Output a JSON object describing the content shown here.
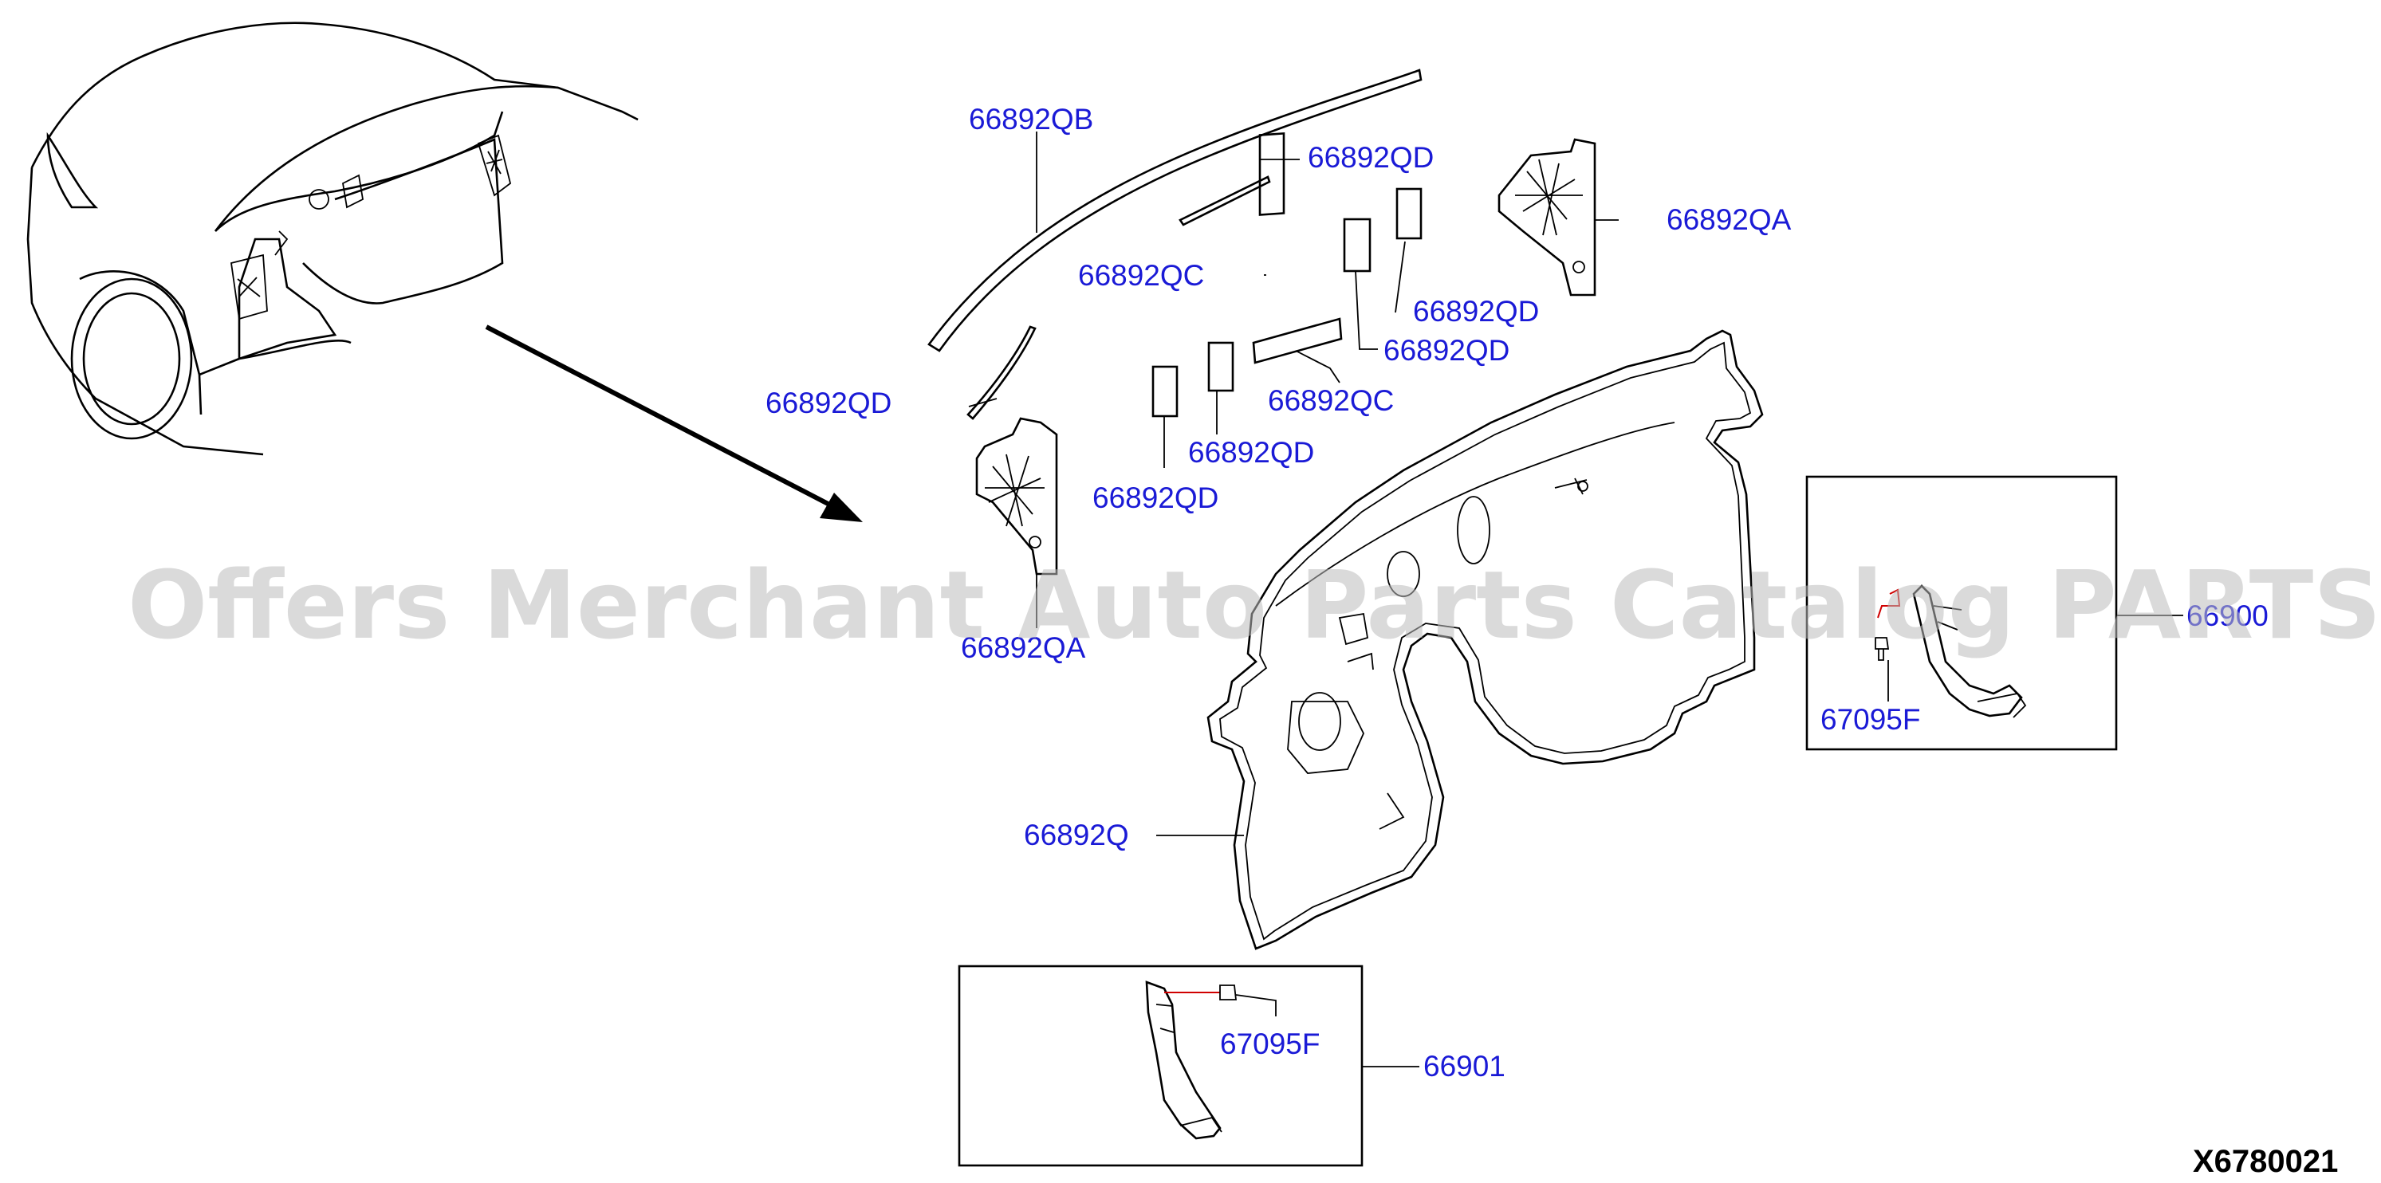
{
  "diagram": {
    "labels": {
      "p66892QB": "66892QB",
      "p66892QD_1": "66892QD",
      "p66892QA_right": "66892QA",
      "p66892QC_1": "66892QC",
      "p66892QD_2": "66892QD",
      "p66892QD_3": "66892QD",
      "p66892QD_left": "66892QD",
      "p66892QC_2": "66892QC",
      "p66892QD_4": "66892QD",
      "p66892QD_5": "66892QD",
      "p66892QA_left": "66892QA",
      "p66900": "66900",
      "p67095F_upper": "67095F",
      "p66892Q": "66892Q",
      "p67095F_lower": "67095F",
      "p66901": "66901"
    },
    "watermark": "Offers Merchant Auto Parts Catalog PARTSTORE.SA",
    "diagram_code": "X6780021"
  }
}
